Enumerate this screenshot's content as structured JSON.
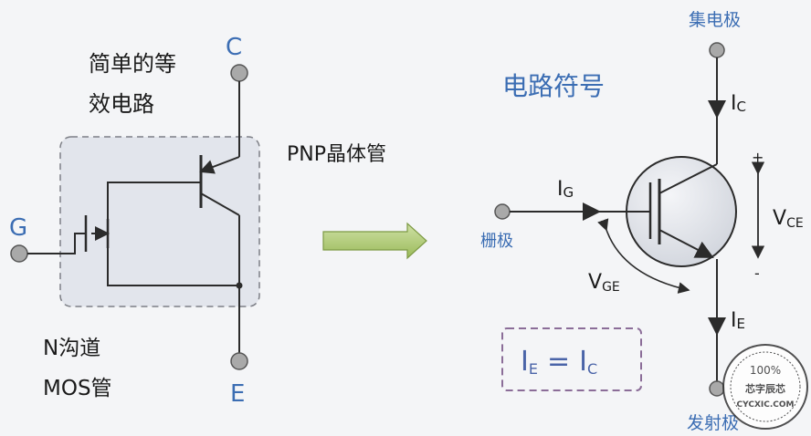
{
  "left": {
    "title_line1": "简单的等",
    "title_line2": "效电路",
    "channel_line1": "N沟道",
    "channel_line2": "MOS管",
    "pnp_label": "PNP晶体管",
    "terminal_c": "C",
    "terminal_g": "G",
    "terminal_e": "E"
  },
  "right": {
    "title": "电路符号",
    "collector_label": "集电极",
    "gate_label": "栅极",
    "emitter_label": "发射极",
    "ic_main": "I",
    "ic_sub": "C",
    "ig_main": "I",
    "ig_sub": "G",
    "ie_main": "I",
    "ie_sub": "E",
    "vce_main": "V",
    "vce_sub": "CE",
    "vge_main": "V",
    "vge_sub": "GE",
    "plus": "+",
    "minus": "-",
    "equation": {
      "lhs_main": "I",
      "lhs_sub": "E",
      "eq": "=",
      "rhs_main": "I",
      "rhs_sub": "C"
    }
  },
  "watermark": {
    "percent": "100%",
    "name": "芯字辰芯",
    "site": "CYCXIC.COM"
  },
  "colors": {
    "line": "#2b2b2b",
    "terminal": "#a9a9a9",
    "accent_blue": "#3b6db3",
    "box_fill": "#e2e5ec",
    "arrow_green": "#a8c66c",
    "eq_border": "#8b6d98",
    "eq_text": "#4a64a8"
  }
}
